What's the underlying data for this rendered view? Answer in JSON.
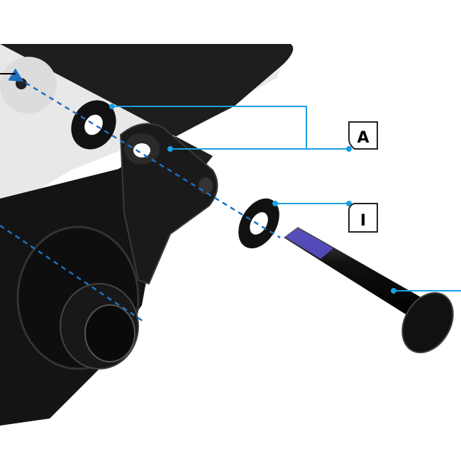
{
  "diagram": {
    "callouts": [
      {
        "id": "A",
        "label": "A"
      },
      {
        "id": "I",
        "label": "I"
      }
    ],
    "colors": {
      "leader_line": "#1a9fe0",
      "axis_dash": "#1f6fbf",
      "housing_light": "#e6e6e6",
      "housing_dark": "#1c1c1c",
      "washer_band": "#5a4fd0"
    }
  }
}
